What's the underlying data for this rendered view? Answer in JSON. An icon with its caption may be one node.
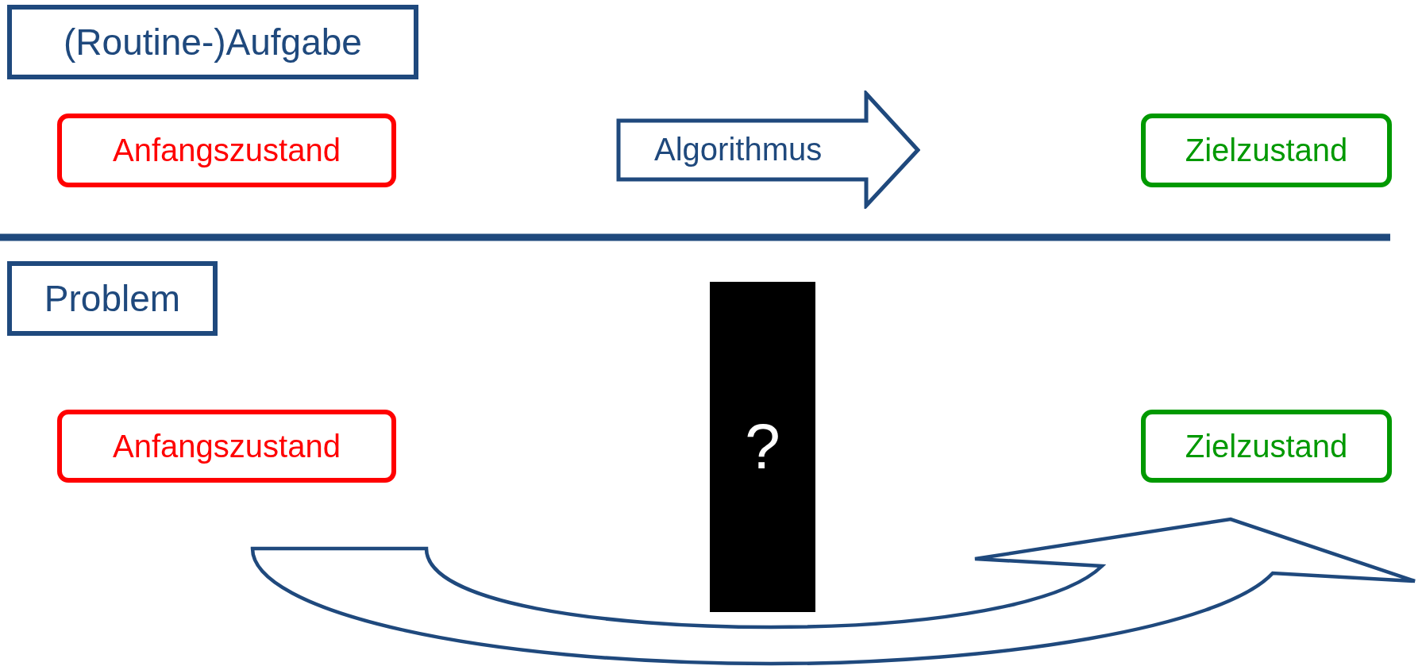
{
  "diagram": {
    "nodes": [
      {
        "text": [
          "(Routine-)Aufgabe"
        ]
      },
      {
        "text": [
          "Anfangszustand"
        ]
      },
      {
        "text": [
          "Algorithmus"
        ]
      },
      {
        "text": [
          "Zielzustand"
        ]
      },
      {
        "text": [
          "Problem"
        ]
      },
      {
        "text": [
          "?"
        ]
      },
      {
        "text": [
          "Anfangszustand"
        ]
      },
      {
        "text": [
          "Zielzustand"
        ]
      }
    ]
  }
}
